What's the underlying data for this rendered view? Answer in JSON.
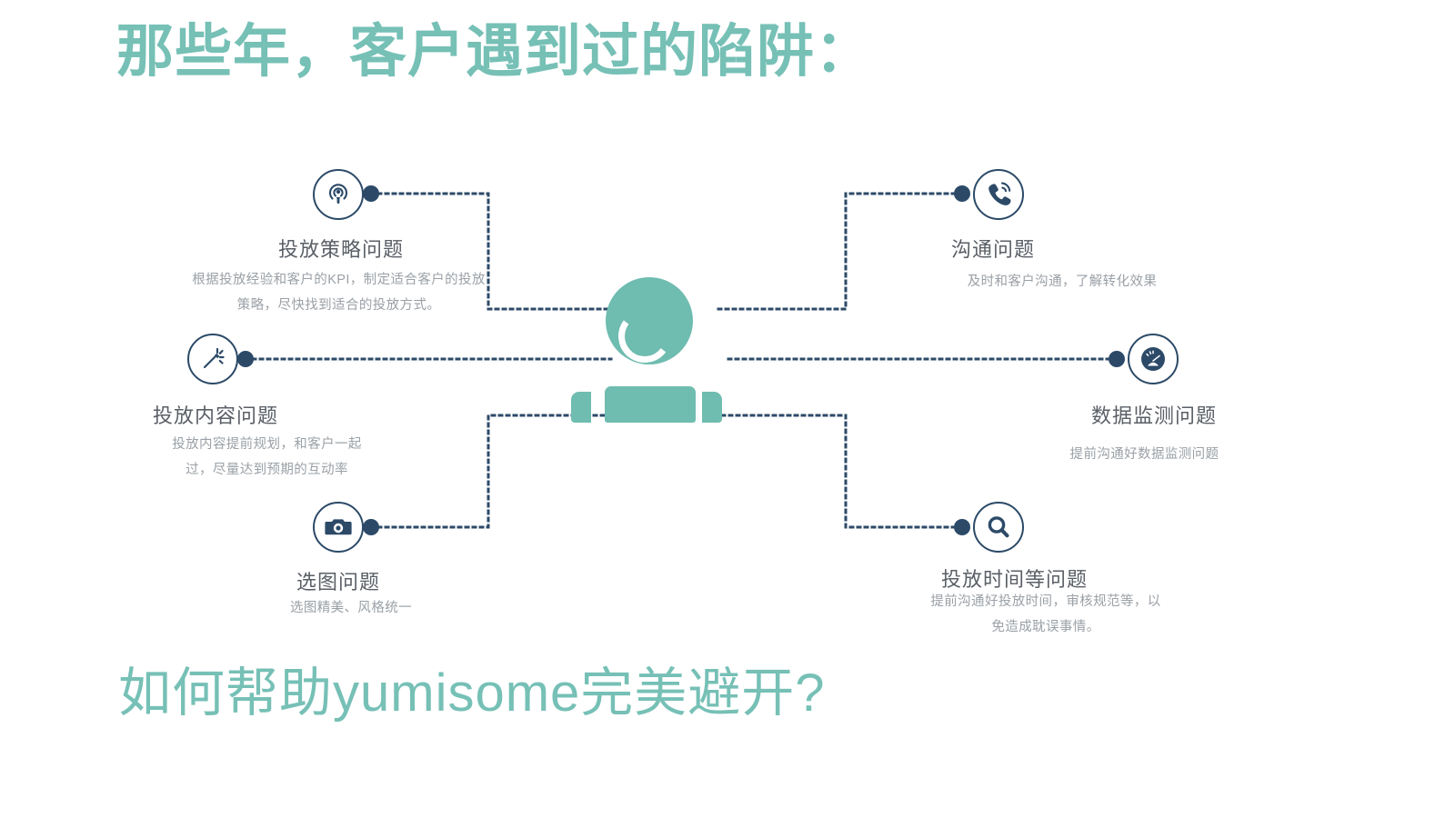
{
  "page": {
    "title_top": "那些年，客户遇到过的陷阱：",
    "title_bottom": "如何帮助yumisome完美避开?",
    "accent_color": "#76c0b6",
    "figure_color": "#6fbcb0",
    "node_color": "#2c4a68",
    "title_text_color": "#5a5f66",
    "desc_text_color": "#9aa0a6",
    "background": "#ffffff"
  },
  "center_figure": {
    "name": "person-figure",
    "description": "stylized teal person: round head with white smile arc, rounded torso and two arms"
  },
  "nodes": [
    {
      "id": "node-0",
      "icon": "broadcast-icon",
      "title": "投放策略问题",
      "desc": "根据投放经验和客户的KPI，制定适合客户的投放策略，尽快找到适合的投放方式。",
      "align": "center",
      "side": "left"
    },
    {
      "id": "node-1",
      "icon": "magic-wand-icon",
      "title": "投放内容问题",
      "desc": "投放内容提前规划，和客户一起过，尽量达到预期的互动率",
      "align": "center",
      "side": "left"
    },
    {
      "id": "node-2",
      "icon": "camera-icon",
      "title": "选图问题",
      "desc": "选图精美、风格统一",
      "align": "center",
      "side": "left"
    },
    {
      "id": "node-3",
      "icon": "phone-ring-icon",
      "title": "沟通问题",
      "desc": "及时和客户沟通，了解转化效果",
      "align": "center",
      "side": "right"
    },
    {
      "id": "node-4",
      "icon": "gauge-icon",
      "title": "数据监测问题",
      "desc": "提前沟通好数据监测问题",
      "align": "center",
      "side": "right"
    },
    {
      "id": "node-5",
      "icon": "search-icon",
      "title": "投放时间等问题",
      "desc": "提前沟通好投放时间，审核规范等，以免造成耽误事情。",
      "align": "center",
      "side": "right"
    }
  ]
}
